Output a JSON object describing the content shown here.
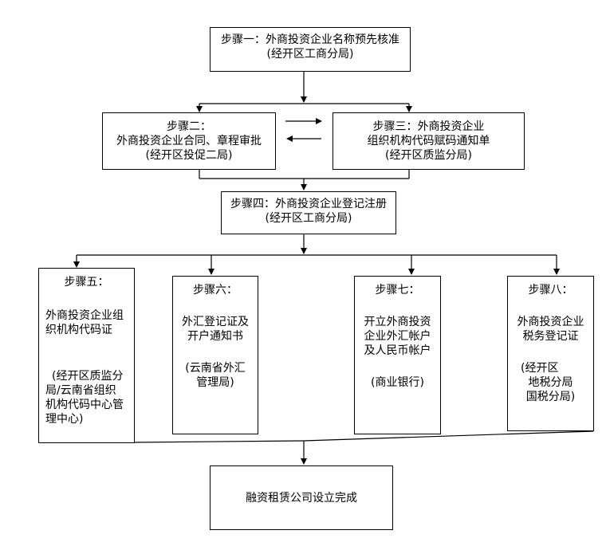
{
  "steps": {
    "s1": {
      "line1": "步骤一：外商投资企业名称预先核准",
      "line2": "(经开区工商分局)"
    },
    "s2": {
      "line1": "步骤二：",
      "line2": "外商投资企业合同、章程审批",
      "line3": "(经开区投促二局)"
    },
    "s3": {
      "line1": "步骤三：外商投资企业",
      "line2": "组织机构代码赋码通知单",
      "line3": "(经开区质监分局)"
    },
    "s4": {
      "line1": "步骤四：外商投资企业登记注册",
      "line2": "(经开区工商分局)"
    },
    "s5": {
      "line1": "步骤五：",
      "line2": "外商投资企业组",
      "line3": "织机构代码证",
      "line4": "(经开区质监分",
      "line5": "局/云南省组织",
      "line6": "机构代码中心管",
      "line7": "理中心)"
    },
    "s6": {
      "line1": "步骤六：",
      "line2": "外汇登记证及",
      "line3": "开户通知书",
      "line4": "(云南省外汇",
      "line5": "管理局)"
    },
    "s7": {
      "line1": "步骤七：",
      "line2": "开立外商投资",
      "line3": "企业外汇帐户",
      "line4": "及人民币帐户",
      "line5": "(商业银行)"
    },
    "s8": {
      "line1": "步骤八：",
      "line2": "外商投资企业",
      "line3": "税务登记证",
      "line4": "(经开区",
      "line5": "地税分局",
      "line6": "国税分局)"
    },
    "final": {
      "label": "融资租赁公司设立完成"
    }
  }
}
